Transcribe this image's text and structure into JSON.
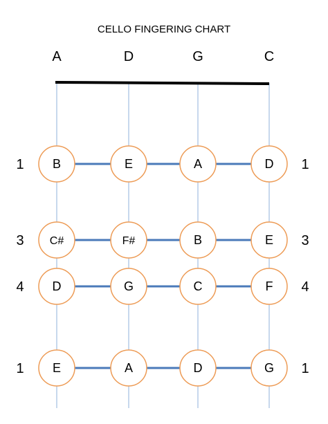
{
  "title": "CELLO FINGERING CHART",
  "strings": [
    "A",
    "D",
    "G",
    "C"
  ],
  "colors": {
    "string_line": "#a9c4e3",
    "nut": "#000000",
    "connector": "#4a7ab9",
    "circle_stroke": "#ed9b55",
    "circle_fill": "#ffffff",
    "text": "#000000"
  },
  "rows": [
    {
      "finger_left": "1",
      "finger_right": "1",
      "notes": [
        "B",
        "E",
        "A",
        "D"
      ]
    },
    {
      "finger_left": "3",
      "finger_right": "3",
      "notes": [
        "C#",
        "F#",
        "B",
        "E"
      ]
    },
    {
      "finger_left": "4",
      "finger_right": "4",
      "notes": [
        "D",
        "G",
        "C",
        "F"
      ]
    },
    {
      "finger_left": "1",
      "finger_right": "1",
      "notes": [
        "E",
        "A",
        "D",
        "G"
      ]
    }
  ]
}
